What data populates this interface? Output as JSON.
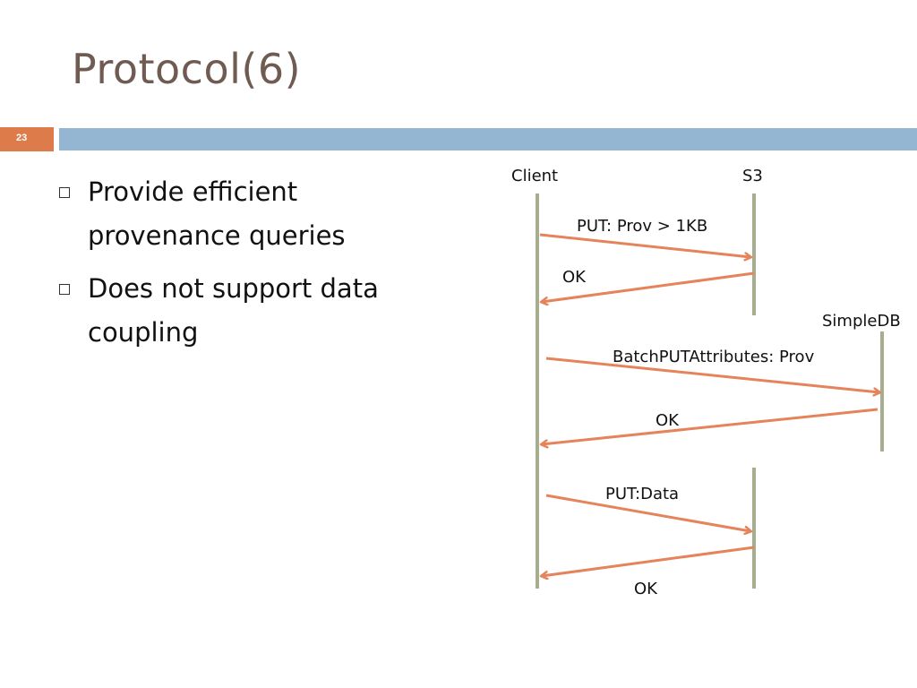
{
  "slide": {
    "title": "Protocol(6)",
    "number": "23"
  },
  "bullets": [
    "Provide efficient provenance queries",
    "Does not support data coupling"
  ],
  "diagram": {
    "participants": {
      "client": "Client",
      "s3": "S3",
      "simpledb": "SimpleDB"
    },
    "messages": {
      "put_prov": "PUT: Prov > 1KB",
      "ok1": "OK",
      "batch_put": "BatchPUTAttributes: Prov",
      "ok2": "OK",
      "put_data": "PUT:Data",
      "ok3": "OK"
    },
    "colors": {
      "lifeline": "#a7ad8f",
      "arrow": "#e5835b",
      "title": "#6f5b52",
      "number_band": "#dd7b4a",
      "title_band": "#94b6d2"
    }
  }
}
